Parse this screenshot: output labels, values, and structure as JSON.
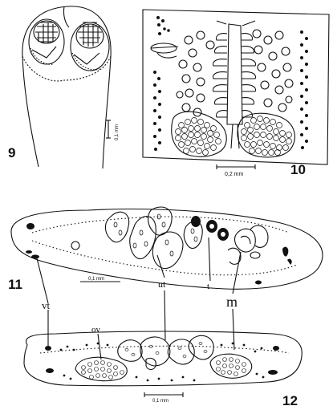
{
  "figures": [
    {
      "id": "fig9",
      "number": "9",
      "scale": "0,1 mm"
    },
    {
      "id": "fig10",
      "number": "10",
      "scale": "0,2 mm"
    },
    {
      "id": "fig11",
      "number": "11",
      "scale": "0,1 mm"
    },
    {
      "id": "fig12",
      "number": "12",
      "scale": "0,1 mm"
    }
  ],
  "labels": {
    "vt": "vt",
    "ut": "ut",
    "t": "t",
    "m": "m",
    "ov": "ov"
  },
  "colors": {
    "ink": "#111111",
    "paper": "#ffffff"
  }
}
